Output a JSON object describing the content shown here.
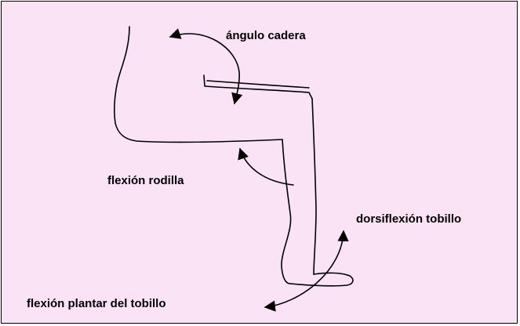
{
  "colors": {
    "background": "#fbe3f6",
    "border": "#000000",
    "stroke": "#000000",
    "text": "#000000"
  },
  "labels": {
    "hip_angle": "ángulo cadera",
    "knee_flexion": "flexión rodilla",
    "ankle_dorsiflexion": "dorsiflexión tobillo",
    "ankle_plantar_flexion": "flexión plantar del tobillo"
  }
}
